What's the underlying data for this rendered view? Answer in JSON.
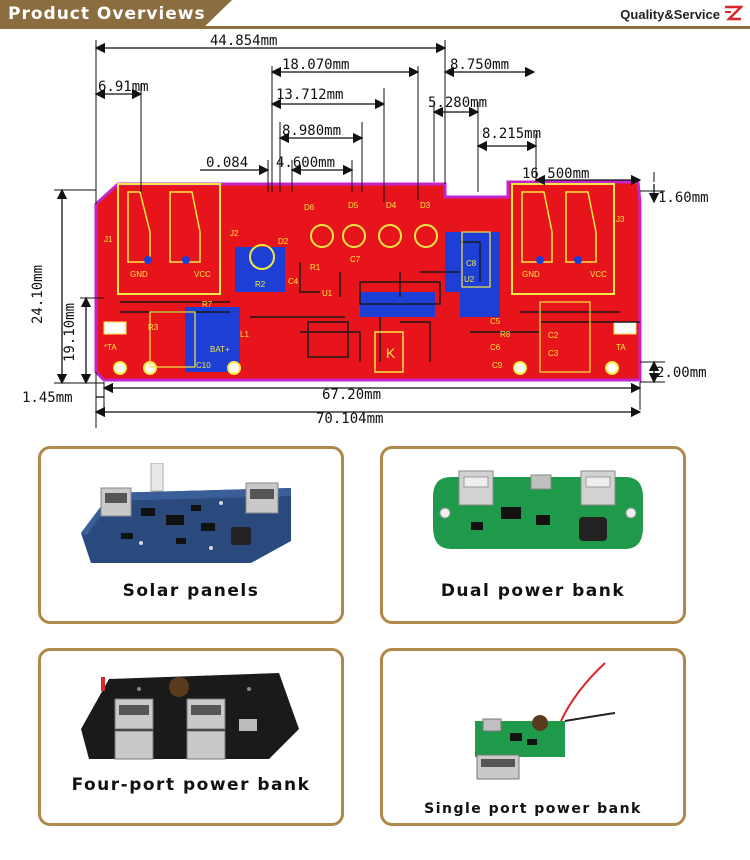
{
  "header": {
    "title": "Product Overviews",
    "quality": "Quality&Service"
  },
  "dimensions": {
    "d1": "44.854mm",
    "d2": "18.070mm",
    "d3": "8.750mm",
    "d4": "6.91mm",
    "d5": "13.712mm",
    "d6": "5.280mm",
    "d7": "8.980mm",
    "d8": "8.215mm",
    "d9": "0.084",
    "d10": "4.600mm",
    "d11": "16.500mm",
    "d12": "1.60mm",
    "d13": "24.10mm",
    "d14": "19.10mm",
    "d15": "2.00mm",
    "d16": "1.45mm",
    "d17": "67.20mm",
    "d18": "70.104mm"
  },
  "pcb_labels": {
    "d6": "D6",
    "d5": "D5",
    "d4": "D4",
    "d3": "D3",
    "j1": "J1",
    "j2": "J2",
    "j3": "J3",
    "gnd1": "GND",
    "vcc1": "VCC",
    "gnd2": "GND",
    "vcc2": "VCC",
    "r2": "R2",
    "r1": "R1",
    "c4": "C4",
    "c7": "C7",
    "u1": "U1",
    "u2": "U2",
    "c8": "C8",
    "l1": "L1",
    "bat": "BAT+",
    "ta1": "*TA",
    "ta2": "TA",
    "c10": "C10",
    "r3": "R3",
    "r7": "R7",
    "c5": "C5",
    "c6": "C6",
    "r8": "R8",
    "c9": "C9",
    "c2": "C2",
    "c3": "C3",
    "k": "K",
    "d2": "D2"
  },
  "products": [
    {
      "caption": "Solar panels"
    },
    {
      "caption": "Dual power bank"
    },
    {
      "caption": "Four-port power bank"
    },
    {
      "caption": "Single port power bank"
    }
  ],
  "colors": {
    "accent": "#8c6d3f",
    "card_border": "#b0884b",
    "pcb_red": "#e8141c",
    "pcb_outline": "#c425c8",
    "pcb_blue": "#1d3fd6"
  }
}
